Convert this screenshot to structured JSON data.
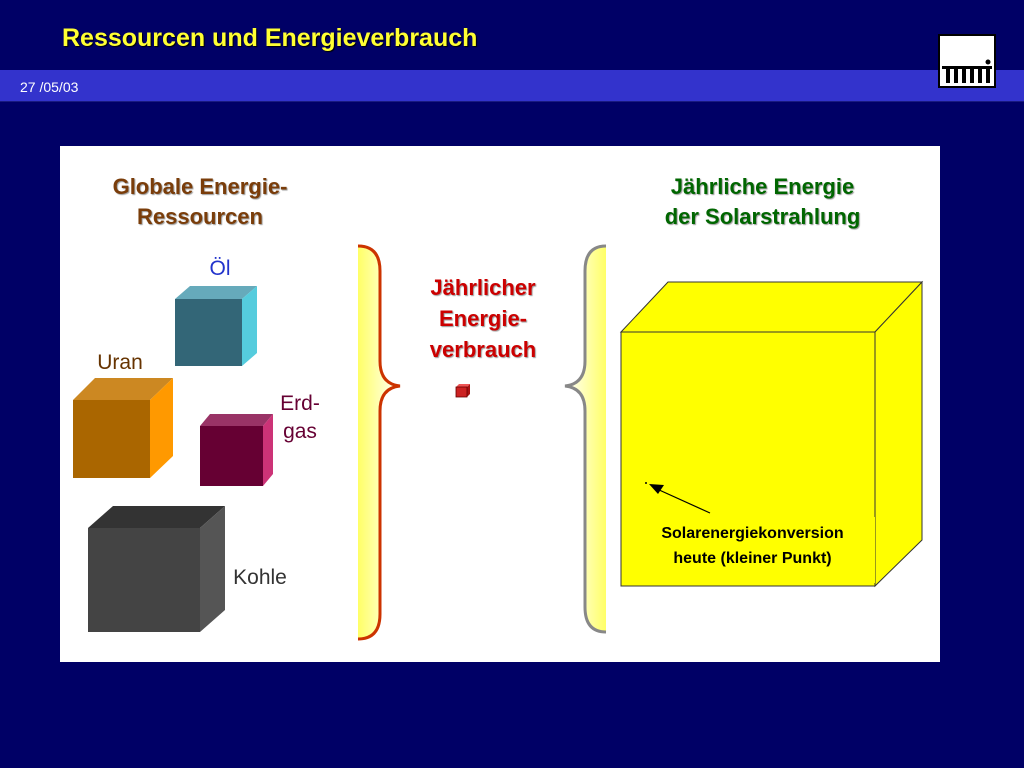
{
  "slide": {
    "title": "Ressourcen und Energieverbrauch",
    "date": "27 /05/03"
  },
  "logo": {
    "name": "hmi-logo"
  },
  "diagram": {
    "resources_title_line1": "Globale Energie-",
    "resources_title_line2": "Ressourcen",
    "solar_title_line1": "Jährliche Energie",
    "solar_title_line2": "der Solarstrahlung",
    "usage_title_line1": "Jährlicher",
    "usage_title_line2": "Energie-",
    "usage_title_line3": "verbrauch",
    "labels": {
      "oil": "Öl",
      "uranium": "Uran",
      "gas_line1": "Erd-",
      "gas_line2": "gas",
      "coal": "Kohle"
    },
    "note_line1": "Solarenergiekonversion",
    "note_line2": "heute (kleiner Punkt)",
    "colors": {
      "oil": "#336677",
      "uranium": "#aa6600",
      "gas": "#660033",
      "coal": "#444444",
      "solar": "#ffff00",
      "usage": "#cc2222"
    }
  }
}
